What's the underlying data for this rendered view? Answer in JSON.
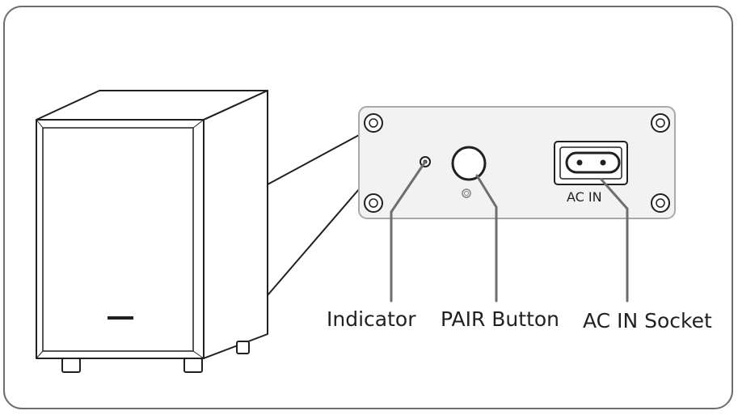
{
  "labels": {
    "indicator": "Indicator",
    "pair_button": "PAIR  Button",
    "ac_in_socket": "AC IN Socket",
    "panel_ac_in": "AC IN"
  },
  "colors": {
    "stroke": "#231f20",
    "frame": "#6d6e71",
    "panel_fill": "#f2f2f2"
  }
}
